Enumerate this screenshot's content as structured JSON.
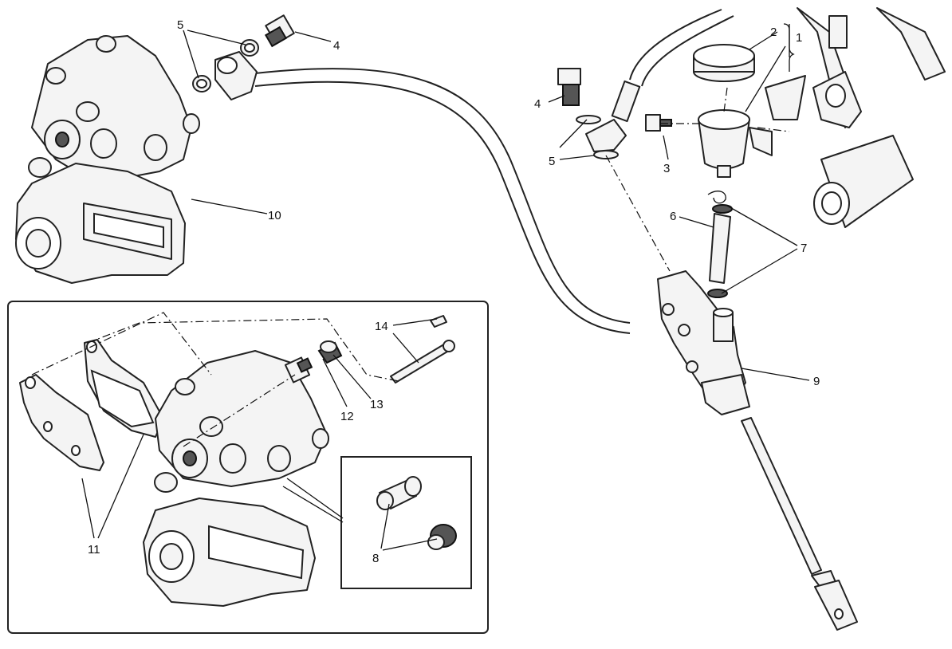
{
  "callouts": {
    "c1": "1",
    "c2": "2",
    "c3": "3",
    "c4a": "4",
    "c4b": "4",
    "c5a": "5",
    "c5b": "5",
    "c6": "6",
    "c7": "7",
    "c8": "8",
    "c9": "9",
    "c10": "10",
    "c11": "11",
    "c12": "12",
    "c13": "13",
    "c14": "14"
  }
}
